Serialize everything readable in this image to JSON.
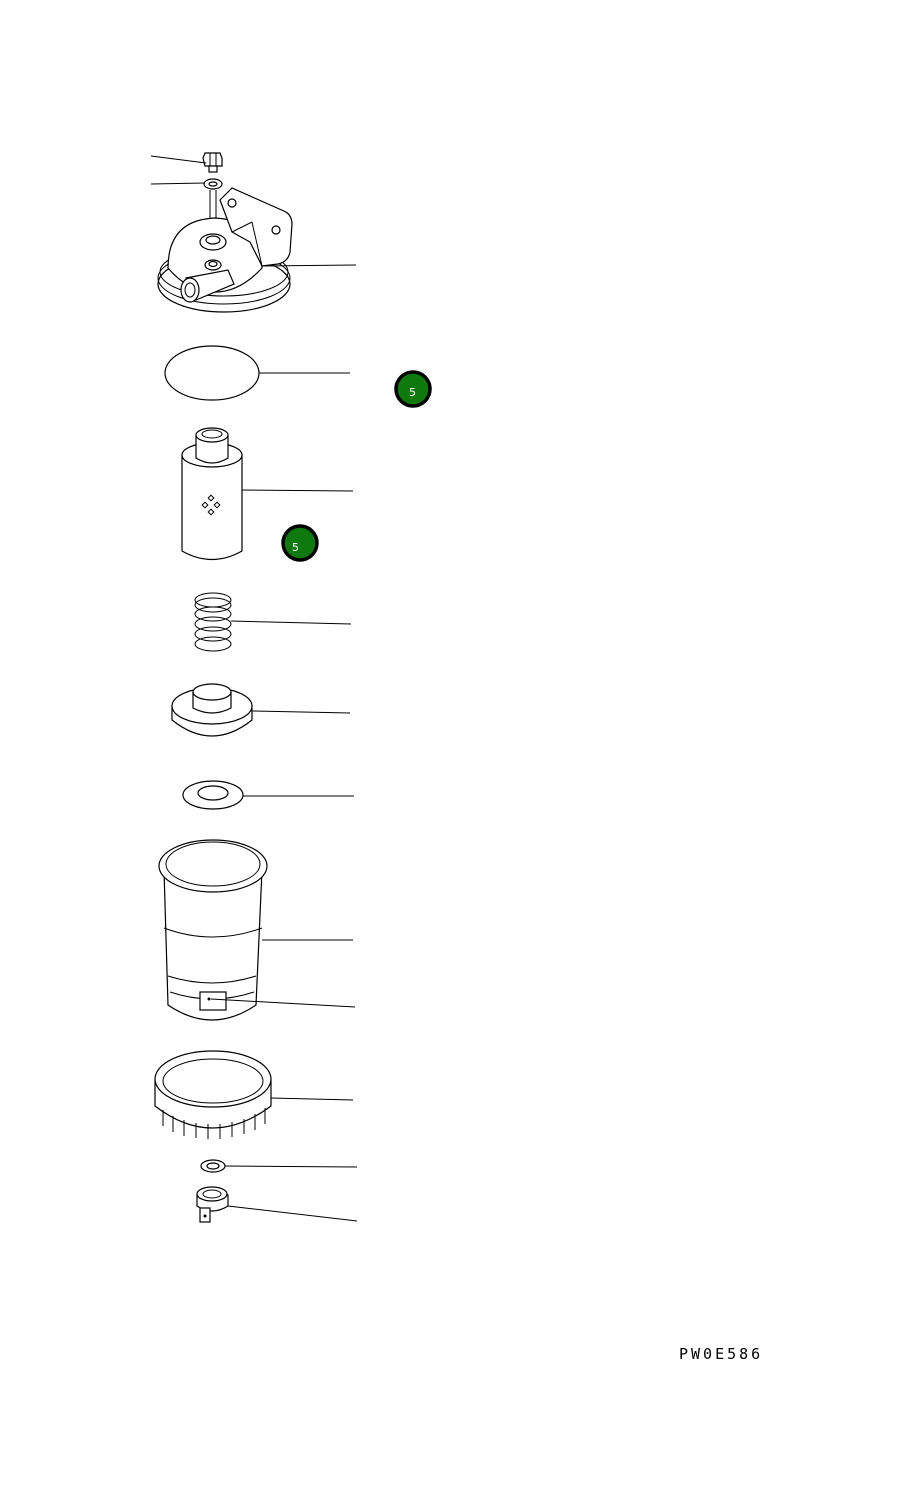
{
  "drawing": {
    "code": "PW0E586",
    "badges": [
      {
        "label": "5",
        "color": "#0e7a0e"
      },
      {
        "label": "5",
        "color": "#0e7a0e"
      }
    ],
    "parts": [
      "bolt",
      "washer",
      "filter-head",
      "o-ring",
      "filter-element",
      "spring",
      "spring-seat",
      "gasket",
      "filter-bowl",
      "drain-plug-mark",
      "retaining-ring",
      "drain-washer",
      "drain-cock"
    ]
  }
}
